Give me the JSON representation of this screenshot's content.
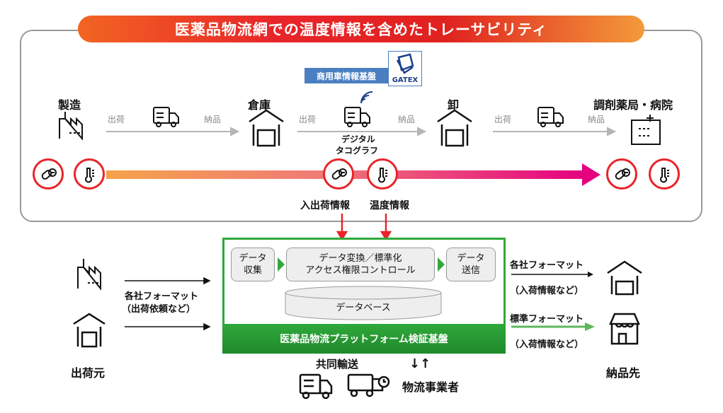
{
  "title": "医薬品物流網での温度情報を含めたトレーサビリティ",
  "gatex": {
    "label": "商用車情報基盤",
    "logo_text": "GATEX"
  },
  "nodes": {
    "manufacture": "製造",
    "warehouse": "倉庫",
    "wholesale": "卸",
    "pharmacy": "調剤薬局・病院"
  },
  "flow_labels": {
    "ship": "出荷",
    "deliver": "納品",
    "digital_tachograph_1": "デジタル",
    "digital_tachograph_2": "タコグラフ"
  },
  "info_labels": {
    "in_out": "入出荷情報",
    "temperature": "温度情報"
  },
  "platform": {
    "collect_1": "データ",
    "collect_2": "収集",
    "convert_1": "データ変換／標準化",
    "convert_2": "アクセス権限コントロール",
    "send_1": "データ",
    "send_2": "送信",
    "database": "データベース",
    "name": "医薬品物流プラットフォーム検証基盤"
  },
  "left": {
    "format_1": "各社フォーマット",
    "format_2": "（出荷依頼など）",
    "origin": "出荷元"
  },
  "right": {
    "format_company": "各社フォーマット",
    "format_company_sub": "（入荷情報など）",
    "format_standard": "標準フォーマット",
    "format_standard_sub": "（入荷情報など）",
    "destination": "納品先"
  },
  "bottom": {
    "joint": "共同輸送",
    "carrier": "物流事業者",
    "arrows": "↓↑"
  },
  "colors": {
    "red": "#e8252a",
    "magenta": "#e5007f",
    "green": "#2fa83a",
    "gray": "#9a9a9a",
    "blue": "#4a7fc1"
  }
}
